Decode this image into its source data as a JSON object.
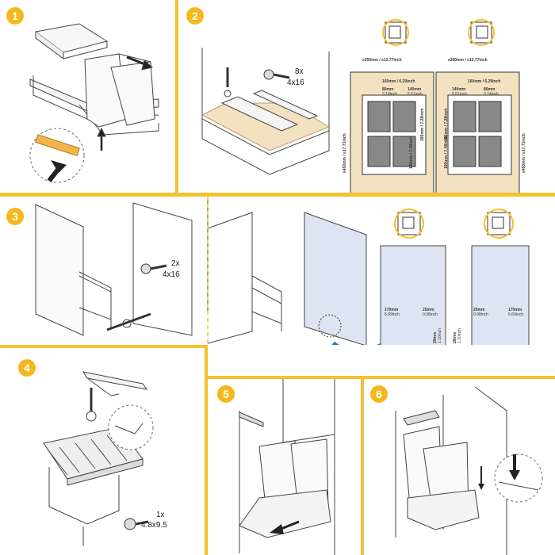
{
  "colors": {
    "accent": "#f5c12e",
    "badge": "#f5b81c",
    "panel_blue": "#dde5f2",
    "wood": "#f3e2c0",
    "arrow_blue": "#3b6fc8",
    "line": "#444444"
  },
  "steps": [
    {
      "number": "1"
    },
    {
      "number": "2"
    },
    {
      "number": "3"
    },
    {
      "number": "4"
    },
    {
      "number": "5"
    },
    {
      "number": "6"
    }
  ],
  "step2": {
    "screw_qty": "8x",
    "screw_size": "4x16",
    "diagram_left": {
      "icon": "cabinet-right-hinge-icon",
      "width_total": "≥350mm / ≥13.77inch",
      "width_inner": "160mm / 6.29inch",
      "gap_a": "80mm",
      "gap_a_in": "3.14inch",
      "gap_b": "140mm",
      "gap_b_in": "5.51inch",
      "height_total": "≥450mm / ≥17.71inch",
      "height_a": "185mm / 7.28inch",
      "height_b": "190mm / 7.48inch"
    },
    "diagram_right": {
      "icon": "cabinet-left-hinge-icon",
      "width_total": "≥350mm / ≥13.77inch",
      "width_inner": "160mm / 6.29inch",
      "gap_a": "140mm",
      "gap_a_in": "5.51inch",
      "gap_b": "80mm",
      "gap_b_in": "3.14inch",
      "height_total": "≥450mm / ≥17.71inch",
      "height_a": "185mm / 7.28inch",
      "height_b": "190mm / 7.48inch"
    }
  },
  "step3": {
    "screw_qty": "2x",
    "screw_size": "4x16",
    "door_left": {
      "dim_a": "170mm",
      "dim_a_in": "6.69inch",
      "dim_b": "25mm",
      "dim_b_in": "0.98inch",
      "dim_v": "28mm",
      "dim_v_in": "1.10inch"
    },
    "door_right": {
      "dim_a": "25mm",
      "dim_a_in": "0.98inch",
      "dim_b": "170mm",
      "dim_b_in": "6.69inch",
      "dim_v": "28mm",
      "dim_v_in": "1.10inch"
    }
  },
  "step4": {
    "screw_qty": "1x",
    "screw_size": "4.8x9.5"
  }
}
